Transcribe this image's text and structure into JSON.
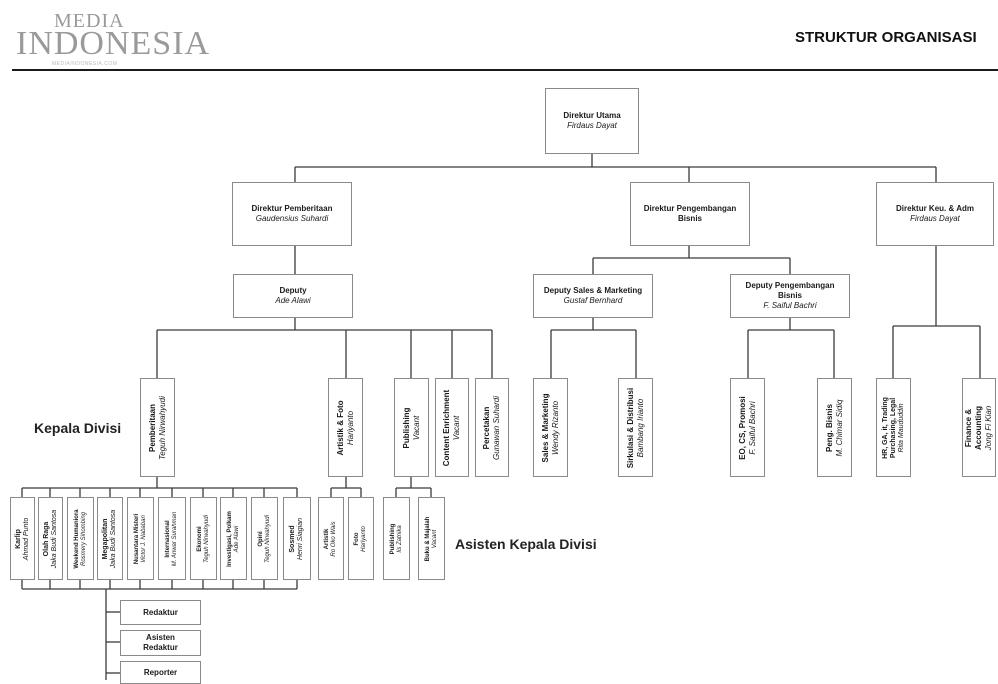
{
  "header": {
    "logo_line1": "MEDIA",
    "logo_line2": "INDONESIA",
    "logo_line3": "MEDIAINDONESIA.COM",
    "page_title": "STRUKTUR ORGANISASI"
  },
  "top": {
    "title": "Direktur Utama",
    "name": "Firdaus Dayat"
  },
  "directors": [
    {
      "title": "Direktur Pemberitaan",
      "name": "Gaudensius Suhardi"
    },
    {
      "title": "Direktur Pengembangan Bisnis",
      "name": ""
    },
    {
      "title": "Direktur Keu. & Adm",
      "name": "Firdaus Dayat"
    }
  ],
  "deputies": [
    {
      "title": "Deputy",
      "name": "Ade Alawi"
    },
    {
      "title": "Deputy Sales & Marketing",
      "name": "Gustaf Bernhard"
    },
    {
      "title": "Deputy Pengembangan Bisnis",
      "name": "F. Saiful Bachri"
    }
  ],
  "labels": {
    "kepala_divisi": "Kepala Divisi",
    "asisten_kepala_divisi": "Asisten Kepala Divisi"
  },
  "divisions": [
    {
      "title": "Pemberitaan",
      "name": "Teguh Nirwahyudi"
    },
    {
      "title": "Artistik & Foto",
      "name": "Hariyanto"
    },
    {
      "title": "Publishing",
      "name": "Vacant"
    },
    {
      "title": "Content Enrichment",
      "name": "Vacant"
    },
    {
      "title": "Percetakan",
      "name": "Gunawan Suhardi"
    },
    {
      "title": "Sales & Marketing",
      "name": "Wendy Rizanto"
    },
    {
      "title": "Sirkulasi & Distribusi",
      "name": "Bambang Irianto"
    },
    {
      "title": "EO, CS, Promosi",
      "name": "F. Saiful Bachri"
    },
    {
      "title": "Peng. Bisnis",
      "name": "M. Chimar Sidiq"
    },
    {
      "title": "HR, GA, it, Trading Purchasing, Legal",
      "name": "Rita Maududdin"
    },
    {
      "title": "Finance & Accounting",
      "name": "Jong Fi Kian"
    }
  ],
  "assistants": [
    {
      "title": "Karlip",
      "name": "Ahmad Punto"
    },
    {
      "title": "Olah Raga",
      "name": "Jaka Budi Santosa"
    },
    {
      "title": "Weekend Humaniora",
      "name": "Rosmery Sihombing"
    },
    {
      "title": "Megapolitan",
      "name": "Jaka Budi Santosa"
    },
    {
      "title": "Nusantara Misteri",
      "name": "Victor J. Nababan"
    },
    {
      "title": "Internasional",
      "name": "M. Anwar Surahman"
    },
    {
      "title": "Ekonomi",
      "name": "Teguh Nirwahyudi"
    },
    {
      "title": "Investigasi, Polkam",
      "name": "Ade Alawi"
    },
    {
      "title": "Opini",
      "name": "Teguh Nirwahyudi"
    },
    {
      "title": "Sosmed",
      "name": "Henri Siagian"
    },
    {
      "title": "Artistik",
      "name": "Ro Oko Wais"
    },
    {
      "title": "Foto",
      "name": "Hariyanto"
    },
    {
      "title": "Publishing",
      "name": "Iis Zatnika"
    },
    {
      "title": "Buku & Majalah",
      "name": "Vacant"
    }
  ],
  "editorial": [
    "Redaktur",
    "Asisten Redaktur",
    "Reporter"
  ]
}
